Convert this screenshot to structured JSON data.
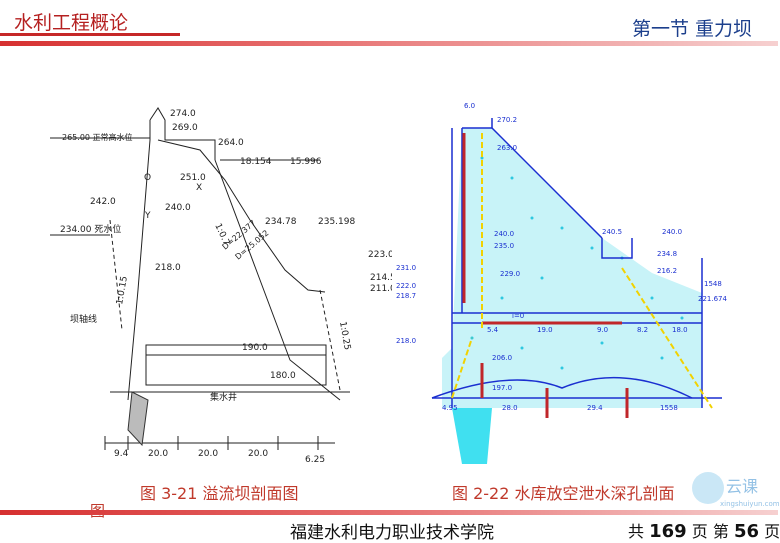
{
  "header": {
    "course_title": "水利工程概论",
    "section_title": "第一节   重力坝"
  },
  "figure_left": {
    "labels": {
      "l274": "274.0",
      "l269": "269.0",
      "l265": "265.00 正常高水位",
      "l264": "264.0",
      "d18": "18.154",
      "d15": "15.996",
      "l251": "251.0",
      "lO": "O",
      "lX": "X",
      "l242": "242.0",
      "l240": "240.0",
      "lY": "Y",
      "l234a": "234.00 死水位",
      "l234b": "234.78",
      "l235": "235.198",
      "D22": "D=22.377",
      "D25": "D=25.052",
      "r07": "1:0.7",
      "l223": "223.0",
      "l218": "218.0",
      "r015": "1:0.15",
      "l214": "214.5",
      "l211": "211.0",
      "axis": "坝轴线",
      "r025": "1:0.25",
      "l190": "190.0",
      "l180": "180.0",
      "well": "集水井",
      "b94": "9.4",
      "b20a": "20.0",
      "b20b": "20.0",
      "b20c": "20.0",
      "b625": "6.25"
    }
  },
  "figure_right": {
    "labels": {
      "t60": "6.0",
      "t2702": "270.2",
      "t2630": "263.0",
      "t2400": "240.0",
      "t2405": "240.5",
      "t2350": "235.0",
      "t2290": "229.0",
      "t2310": "231.0",
      "t2220": "222.0",
      "t2187": "218.7",
      "t2180": "218.0",
      "t2060": "206.0",
      "t1970": "197.0",
      "t2348": "234.8",
      "t2162": "216.2",
      "t1548": "1548",
      "t2218": "221.674",
      "d54": "5.4",
      "d19": "19.0",
      "d90": "9.0",
      "d82": "8.2",
      "d180": "18.0",
      "d495": "4.95",
      "d2800": "28.0",
      "d294": "29.4",
      "d1558": "1558",
      "i0": "i=0"
    }
  },
  "captions": {
    "left": "图 3-21   溢流坝剖面图",
    "left_extra": "图",
    "right": "图 2-22   水库放空泄水深孔剖面"
  },
  "footer": {
    "school": "福建水利电力职业技术学院",
    "page_prefix": "共",
    "total": "169",
    "page_mid": "页  第",
    "current": "56",
    "page_suffix": "页"
  },
  "watermark": {
    "brand": "云课",
    "url": "xingshuiyun.com"
  },
  "colors": {
    "header_red": "#b52020",
    "section_blue": "#1c3f8c",
    "caption_red": "#c0392b",
    "drawing_blue": "#1a2fd0"
  }
}
